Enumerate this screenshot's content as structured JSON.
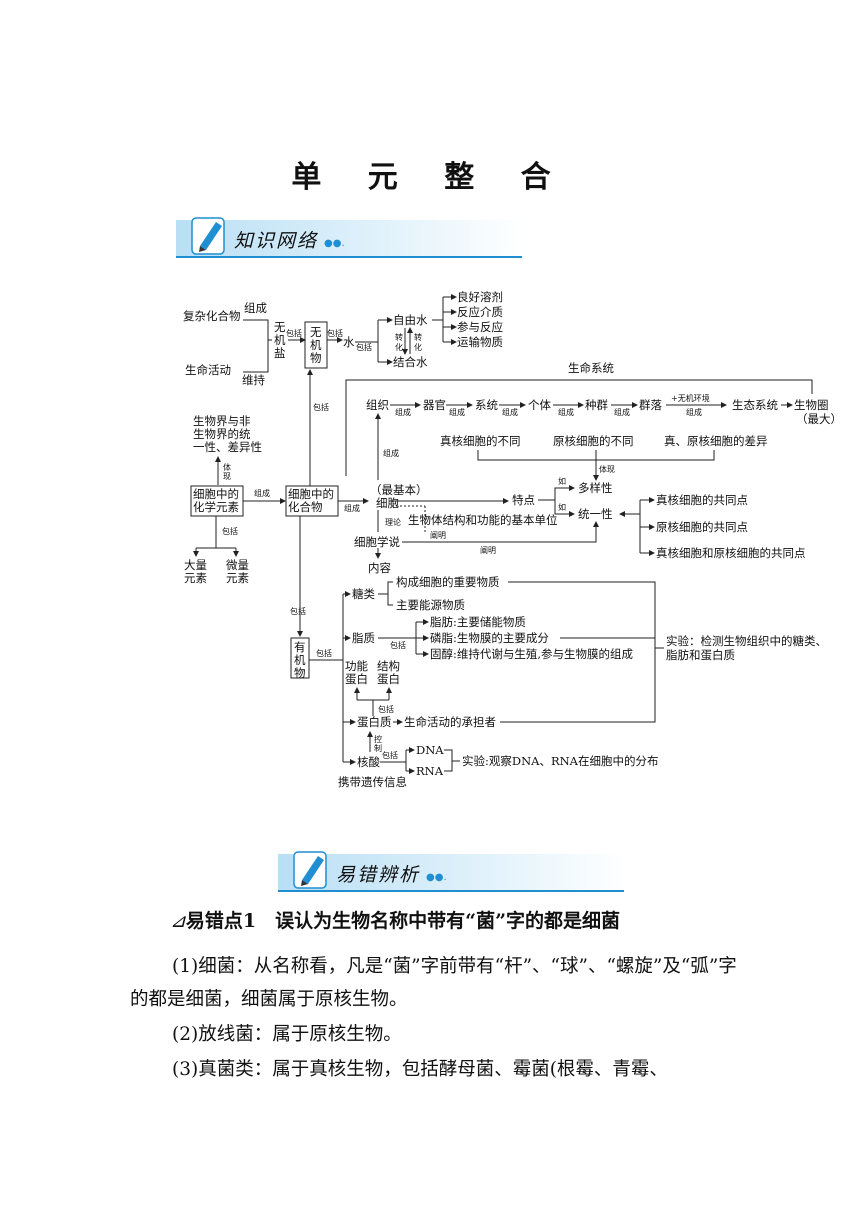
{
  "title": "单 元 整 合",
  "banner1": {
    "label": "知识网络"
  },
  "banner2": {
    "label": "易错辨析"
  },
  "diagram": {
    "fuhe": "复杂化合物",
    "zucheng": "组成",
    "wujiyan": [
      "无",
      "机",
      "盐"
    ],
    "baokuo": "包括",
    "wujiwu": [
      "无",
      "机",
      "物"
    ],
    "shui": "水",
    "shengming_huodong": "生命活动",
    "weichi": "维持",
    "ziyoushui": "自由水",
    "jiehe_shui": "结合水",
    "zhuanhua": [
      "转",
      "化"
    ],
    "water_roles": [
      "良好溶剂",
      "反应介质",
      "参与反应",
      "运输物质"
    ],
    "shengming_xitong": "生命系统",
    "levels": [
      "组织",
      "器官",
      "系统",
      "个体",
      "种群",
      "群落",
      "生态系统",
      "生物圈"
    ],
    "zuida": "（最大）",
    "wuji_huanjing": "+无机环境",
    "jiben": "（最基本）",
    "xibao": "细胞",
    "tongyi_chayi": [
      "生物界与非",
      "生物界的统",
      "一性、差异性"
    ],
    "tixian": [
      "体",
      "现"
    ],
    "huaxue_yuansu": [
      "细胞中的",
      "化学元素"
    ],
    "huahewu": [
      "细胞中的",
      "化合物"
    ],
    "daliang": [
      "大量",
      "元素"
    ],
    "weiliang": [
      "微量",
      "元素"
    ],
    "butong": [
      "真核细胞的不同",
      "原核细胞的不同",
      "真、原核细胞的差异"
    ],
    "tixian2": "体现",
    "ru": "如",
    "duoyangxing": "多样性",
    "tedian": "特点",
    "tongyixing": "统一性",
    "gongtong": [
      "真核细胞的共同点",
      "原核细胞的共同点",
      "真核细胞和原核细胞的共同点"
    ],
    "lilun": "理论",
    "chanming": "阐明",
    "jiben_danwei": "生物体结构和功能的基本单位",
    "xibao_xueshuo": "细胞学说",
    "neirong": "内容",
    "youjiwu": [
      "有",
      "机",
      "物"
    ],
    "tanglei": "糖类",
    "tang_items": [
      "构成细胞的重要物质",
      "主要能源物质"
    ],
    "zhizhi": "脂质",
    "zhi_items": [
      "脂肪:主要储能物质",
      "磷脂:生物膜的主要成分",
      "固醇:维持代谢与生殖,参与生物膜的组成"
    ],
    "gongneng_danbai": [
      "功能",
      "蛋白"
    ],
    "jiegou_danbai": [
      "结构",
      "蛋白"
    ],
    "danbaizhi": "蛋白质",
    "chengdanzhe": "生命活动的承担者",
    "kongzhi": [
      "控",
      "制"
    ],
    "hesuan": "核酸",
    "dna": "DNA",
    "rna": "RNA",
    "shiyan_hesuan": "实验:观察DNA、RNA在细胞中的分布",
    "shiyan_jiance": [
      "实验：检测生物组织中的糖类、",
      "脂肪和蛋白质"
    ],
    "xiedai": "携带遗传信息"
  },
  "error1": {
    "mark": "⊿",
    "heading": "易错点1　误认为生物名称中带有“菌”字的都是细菌"
  },
  "paragraphs": [
    "(1)细菌：从名称看，凡是“菌”字前带有“杆”、“球”、“螺旋”及“弧”字的都是细菌，细菌属于原核生物。",
    "(2)放线菌：属于原核生物。",
    "(3)真菌类：属于真核生物，包括酵母菌、霉菌(根霉、青霉、"
  ]
}
